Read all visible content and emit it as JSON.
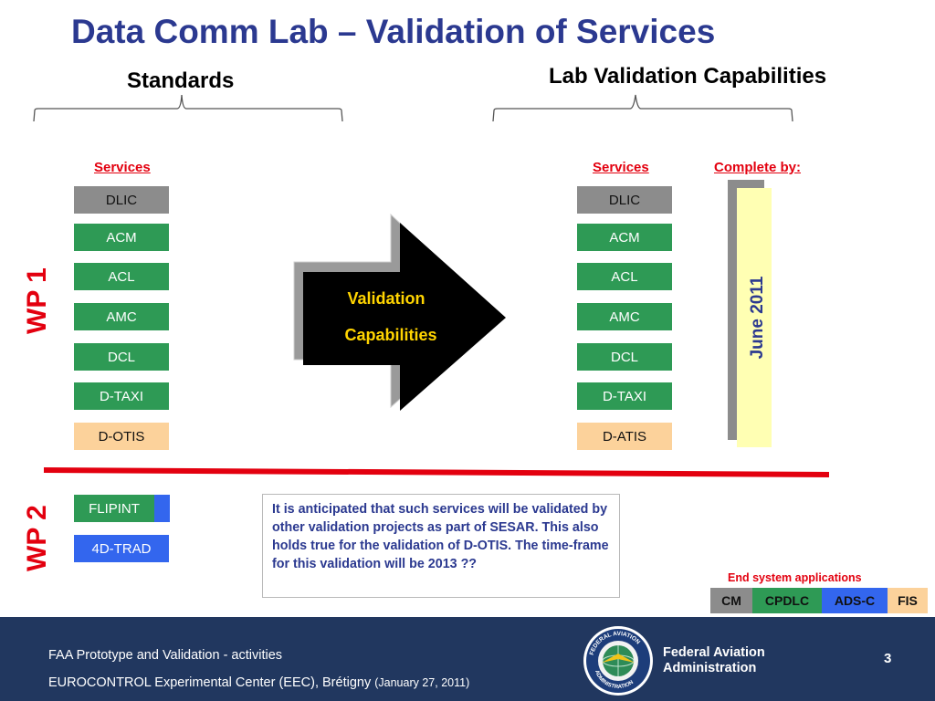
{
  "title": "Data Comm Lab – Validation of Services",
  "headings": {
    "standards": "Standards",
    "lab": "Lab Validation Capabilities"
  },
  "labels": {
    "services_left": "Services",
    "services_right": "Services",
    "complete_by": "Complete by:",
    "june": "June 2011",
    "wp1": "WP 1",
    "wp2": "WP 2"
  },
  "standards_services": [
    "DLIC",
    "ACM",
    "ACL",
    "AMC",
    "DCL",
    "D-TAXI",
    "D-OTIS"
  ],
  "lab_services": [
    "DLIC",
    "ACM",
    "ACL",
    "AMC",
    "DCL",
    "D-TAXI",
    "D-ATIS"
  ],
  "wp2_services": [
    "FLIPINT",
    "4D-TRAD"
  ],
  "arrow": {
    "line1": "Validation",
    "line2": "Capabilities"
  },
  "note": "It is anticipated that such services will be validated by other validation projects as part of SESAR.  This also holds true for the validation of D-OTIS. The time-frame for this validation will be 2013 ??",
  "end_system": {
    "title": "End system applications",
    "items": [
      "CM",
      "CPDLC",
      "ADS-C",
      "FIS"
    ]
  },
  "footer": {
    "line1": "FAA Prototype and Validation - activities",
    "line2_main": "EUROCONTROL Experimental Center (EEC), Brétigny",
    "line2_small": "(January 27, 2011)",
    "faa_line1": "Federal Aviation",
    "faa_line2": "Administration",
    "seal_text_top": "FEDERAL AVIATION",
    "seal_text_bottom": "ADMINISTRATION",
    "page": "3"
  },
  "colors": {
    "title_blue": "#2b3990",
    "red": "#e3000f",
    "green": "#2e9a55",
    "gray": "#8c8c8c",
    "peach": "#fcd29b",
    "blue": "#3366ee",
    "yellow": "#ffffb3",
    "footer_navy": "#21375f"
  }
}
